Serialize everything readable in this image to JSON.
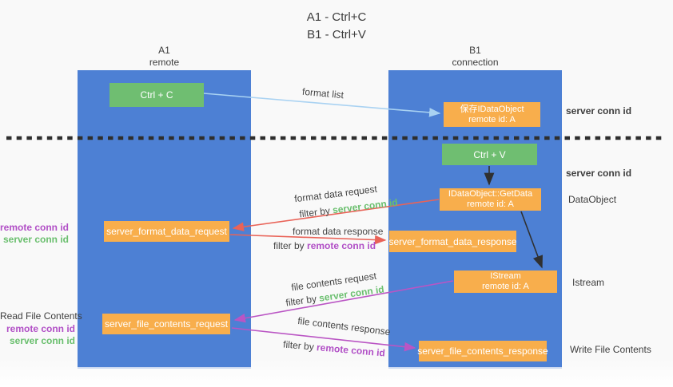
{
  "title": {
    "line1": "A1 - Ctrl+C",
    "line2": "B1 - Ctrl+V"
  },
  "columns": {
    "left": {
      "name": "A1",
      "role": "remote"
    },
    "right": {
      "name": "B1",
      "role": "connection"
    }
  },
  "nodes": {
    "ctrl_c": "Ctrl + C",
    "ctrl_v": "Ctrl + V",
    "save_dataobject": {
      "line1": "保存IDataObject",
      "line2": "remote id: A"
    },
    "getdata": {
      "line1": "IDataObject::GetData",
      "line2": "remote id: A"
    },
    "istream": {
      "line1": "IStream",
      "line2": "remote id: A"
    },
    "format_request": "server_format_data_request",
    "format_response": "server_format_data_response",
    "file_request": "server_file_contents_request",
    "file_response": "server_file_contents_response"
  },
  "labels": {
    "format_list": "format list",
    "format_data_request": "format data request",
    "format_data_response": "format data response",
    "file_contents_request": "file contents request",
    "file_contents_response": "file contents response",
    "filter_by": "filter by",
    "server_conn_id": "server conn id",
    "remote_conn_id": "remote conn id",
    "dataobject": "DataObject",
    "istream_side": "Istream",
    "read_file_contents": "Read File Contents",
    "write_file_contents": "Write File Contents"
  },
  "theme": {
    "bg": "#f9f9f9",
    "column-blue": "#4d80d4",
    "box-orange": "#f8ae4c",
    "box-green": "#6fbe71",
    "text-dark": "#3d3d3d",
    "text-white": "#ffffff",
    "green-text": "#6abf6e",
    "purple-text": "#b14fc6",
    "arrow-blue": "#a9d2f2",
    "arrow-red": "#e96358",
    "arrow-purple": "#ba55c4",
    "arrow-black": "#303030",
    "dotted-line": "#2e2e2e"
  }
}
